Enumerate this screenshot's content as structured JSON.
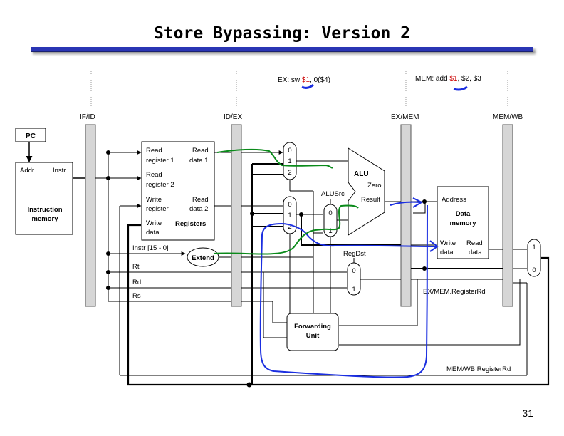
{
  "title": "Store Bypassing: Version 2",
  "page_number": "31",
  "annotations": {
    "ex_stage": {
      "prefix": "EX: sw ",
      "reg": "$1",
      "suffix": ", 0($4)"
    },
    "mem_stage": {
      "prefix": "MEM: add ",
      "reg": "$1",
      "suffix": ", $2, $3"
    }
  },
  "pipeline_registers": [
    "IF/ID",
    "ID/EX",
    "EX/MEM",
    "MEM/WB"
  ],
  "blocks": {
    "pc": "PC",
    "imem": {
      "addr": "Addr",
      "instr": "Instr",
      "name_line1": "Instruction",
      "name_line2": "memory"
    },
    "regfile": {
      "read_reg1": [
        "Read",
        "register 1"
      ],
      "read_data1": [
        "Read",
        "data 1"
      ],
      "read_reg2": [
        "Read",
        "register 2"
      ],
      "write_reg": [
        "Write",
        "register"
      ],
      "read_data2": [
        "Read",
        "data 2"
      ],
      "write_data": [
        "Write",
        "data"
      ],
      "name": "Registers"
    },
    "extend": "Extend",
    "alu": {
      "name": "ALU",
      "zero": "Zero",
      "result": "Result"
    },
    "alusrc": "ALUSrc",
    "dmem": {
      "address": "Address",
      "name_line1": "Data",
      "name_line2": "memory",
      "write_data": [
        "Write",
        "data"
      ],
      "read_data": [
        "Read",
        "data"
      ]
    },
    "regdst": "RegDst",
    "forwarding_unit": [
      "Forwarding",
      "Unit"
    ]
  },
  "mux_inputs": {
    "fwd_a": [
      "0",
      "1",
      "2"
    ],
    "fwd_b": [
      "0",
      "1",
      "2"
    ],
    "alusrc": [
      "0",
      "1"
    ],
    "regdst": [
      "0",
      "1"
    ],
    "wb": [
      "1",
      "0"
    ]
  },
  "field_labels": {
    "instr_15_0": "Instr [15 - 0]",
    "rt": "Rt",
    "rd": "Rd",
    "rs": "Rs",
    "ex_mem_registerrd": "EX/MEM.RegisterRd",
    "mem_wb_registerrd": "MEM/WB.RegisterRd"
  },
  "colors": {
    "title_bar": "#2a35b4",
    "highlight_reg": "#cc0000",
    "annotation_blue": "#1a2ee0",
    "annotation_green": "#0a8a1a",
    "pipe_reg_fill": "#d6d6d6"
  }
}
